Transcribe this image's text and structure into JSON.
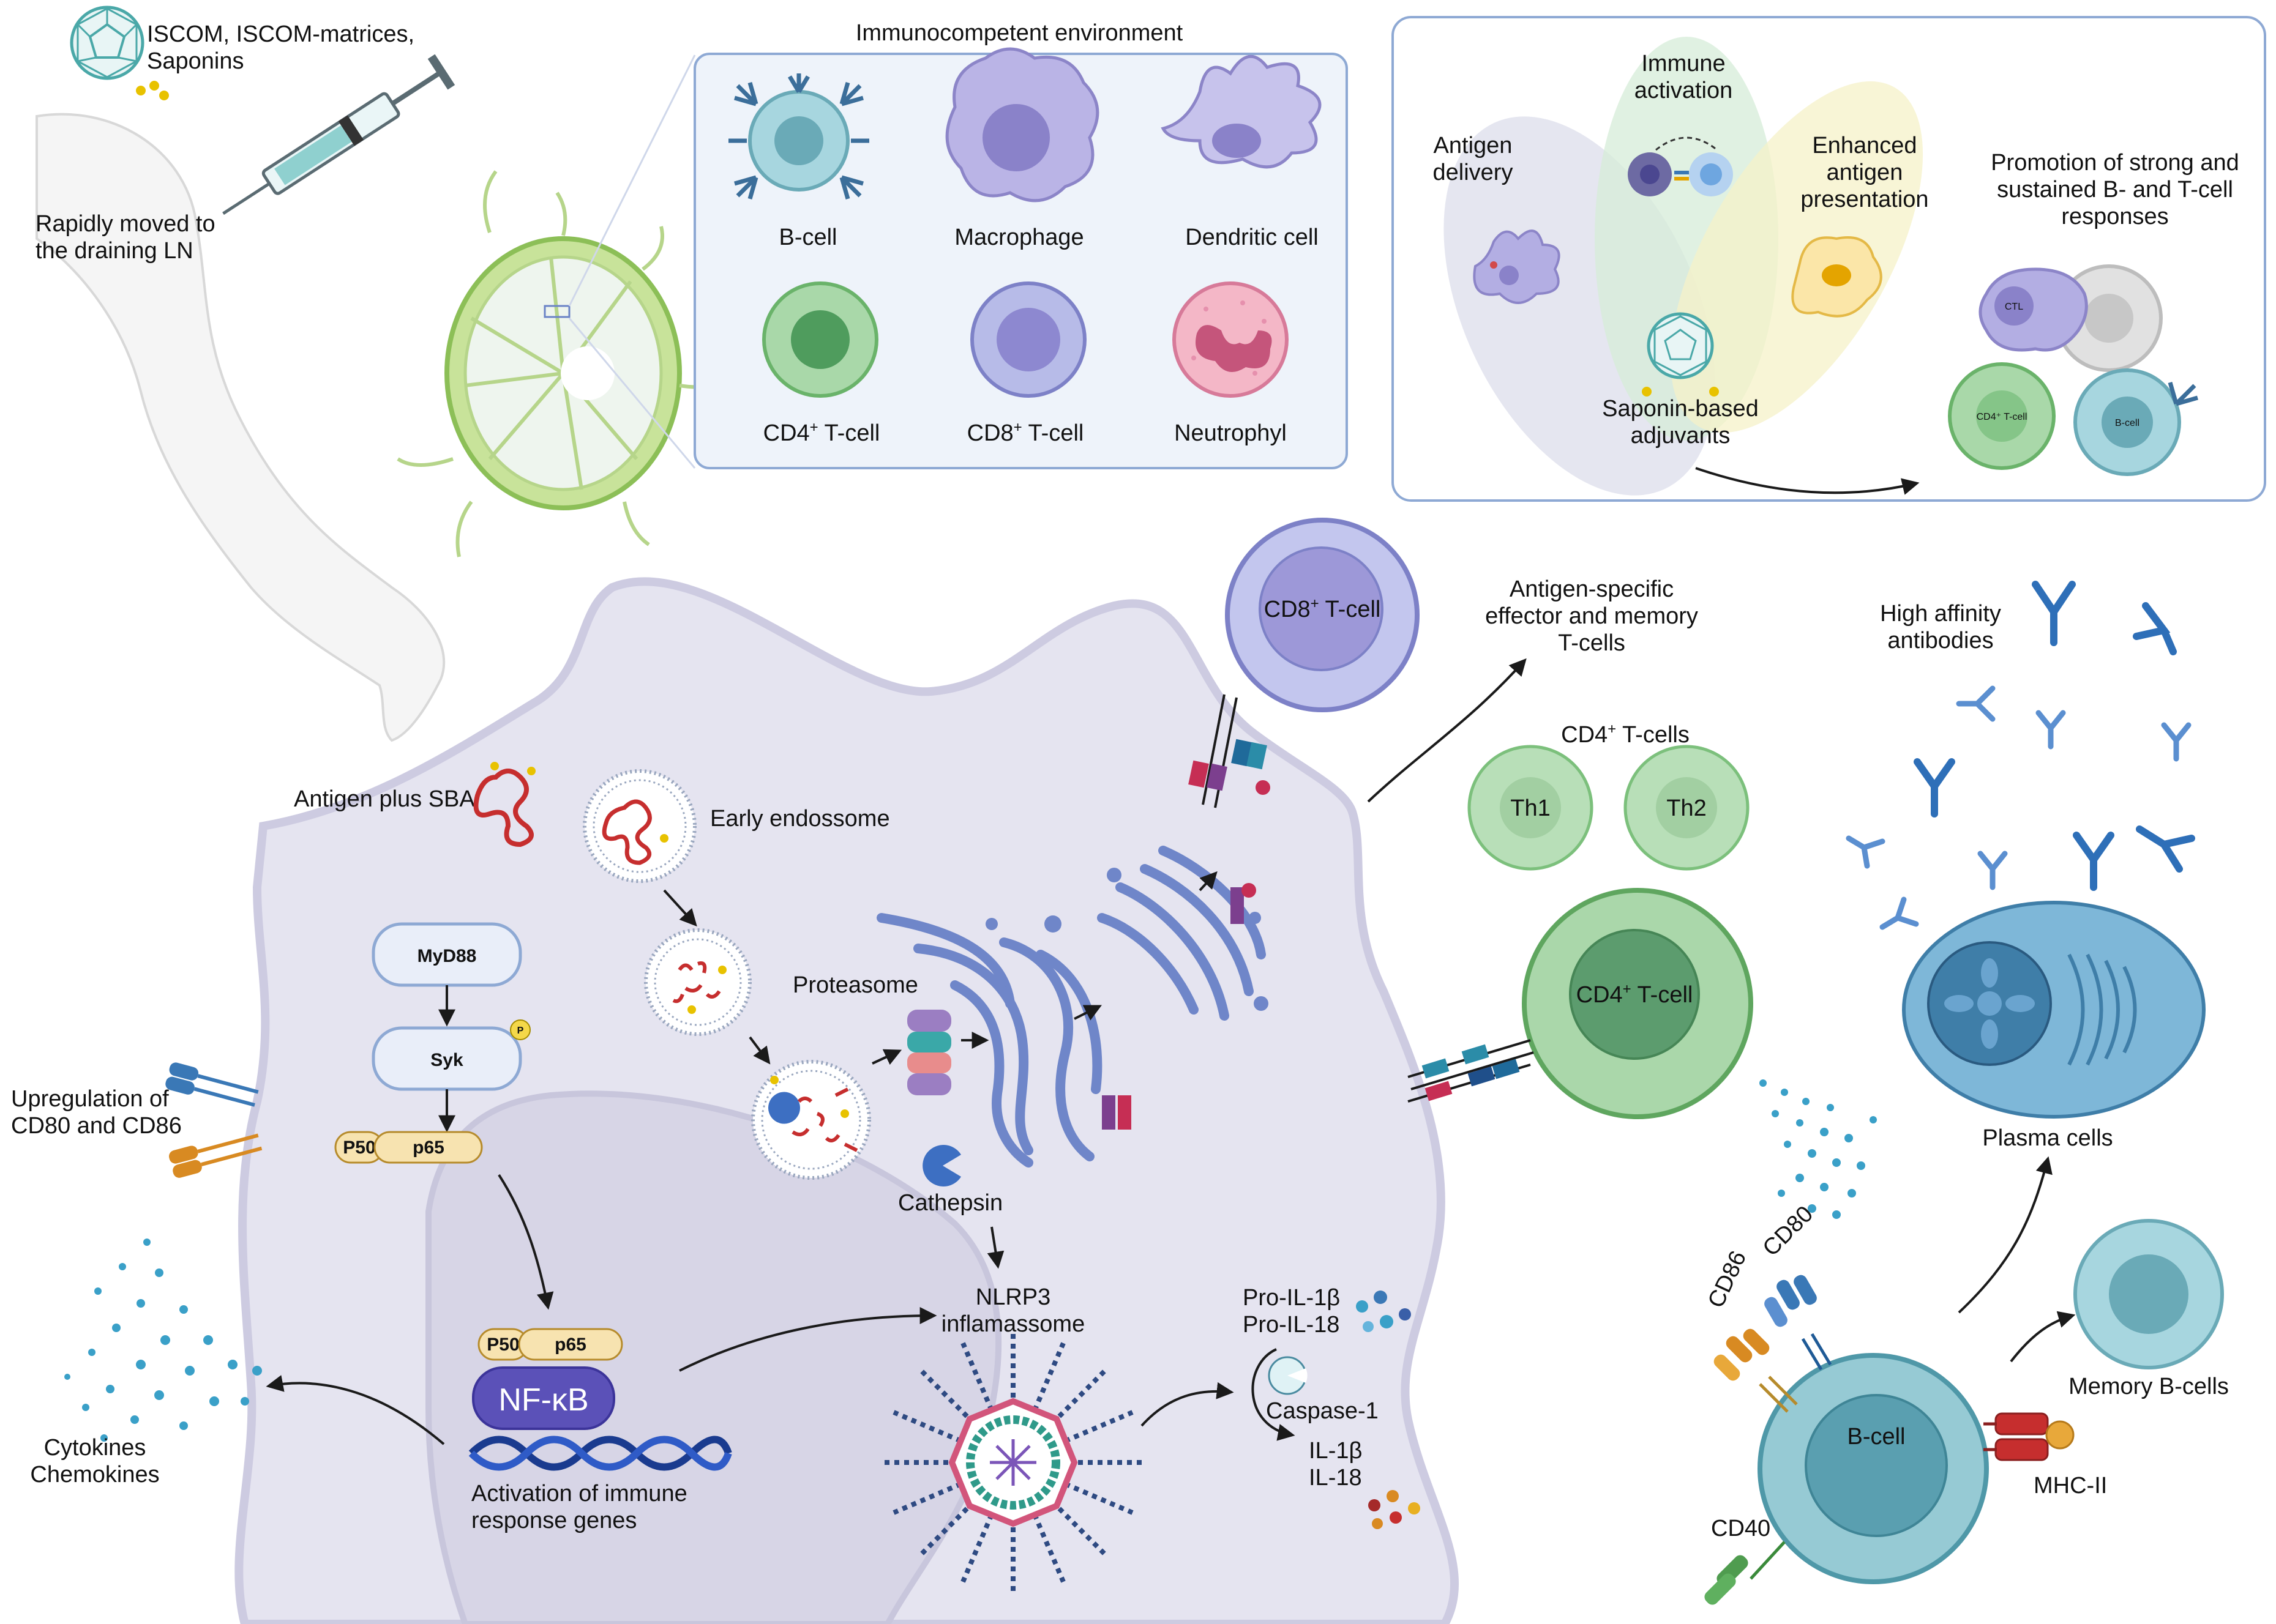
{
  "legend": {
    "iscom_line1": "ISCOM, ISCOM-matrices,",
    "iscom_line2": "Saponins"
  },
  "arm": {
    "moved_line1": "Rapidly moved to",
    "moved_line2": "the draining LN"
  },
  "environment": {
    "title": "Immunocompetent environment",
    "cells": {
      "bcell": "B-cell",
      "macrophage": "Macrophage",
      "dendritic": "Dendritic cell",
      "cd4_main": "CD4",
      "cd4_sup": "+",
      "cd4_rest": " T-cell",
      "cd8_main": "CD8",
      "cd8_sup": "+",
      "cd8_rest": " T-cell",
      "neutrophyl": "Neutrophyl"
    }
  },
  "mechanism": {
    "immune_line1": "Immune",
    "immune_line2": "activation",
    "delivery_line1": "Antigen",
    "delivery_line2": "delivery",
    "presentation_line1": "Enhanced",
    "presentation_line2": "antigen",
    "presentation_line3": "presentation",
    "adjuvant_line1": "Saponin-based",
    "adjuvant_line2": "adjuvants",
    "promotion_line1": "Promotion of strong and",
    "promotion_line2": "sustained B- and T-cell",
    "promotion_line3": "responses",
    "ctl": "CTL",
    "cd4_small": "CD4⁺ T-cell",
    "bcell_small": "B-cell"
  },
  "apc": {
    "antigen_sba": "Antigen plus SBA",
    "early_endosome": "Early endossome",
    "proteasome": "Proteasome",
    "cathepsin": "Cathepsin",
    "myd88": "MyD88",
    "syk": "Syk",
    "phospho": "P",
    "p50": "P50",
    "p65": "p65",
    "nfkb": "NF-κB",
    "upregulation_line1": "Upregulation of",
    "upregulation_line2": "CD80 and CD86",
    "cytokines_line1": "Cytokines",
    "cytokines_line2": "Chemokines",
    "activation_line1": "Activation of immune",
    "activation_line2": "response genes",
    "nlrp3_line1": "NLRP3",
    "nlrp3_line2": "inflamassome",
    "pro_il1b": "Pro-IL-1β",
    "pro_il18": "Pro-IL-18",
    "caspase": "Caspase-1",
    "il1b": "IL-1β",
    "il18": "IL-18"
  },
  "tcells": {
    "cd8_main": "CD8",
    "cd8_sup": "+",
    "cd8_rest": " T-cell",
    "effector_line1": "Antigen-specific",
    "effector_line2": "effector and memory",
    "effector_line3": "T-cells",
    "cd4s_main": "CD4",
    "cd4s_sup": "+",
    "cd4s_rest": " T-cells",
    "th1": "Th1",
    "th2": "Th2",
    "cd4_main": "CD4",
    "cd4_sup": "+",
    "cd4_rest": " T-cell"
  },
  "bcells": {
    "antibodies_line1": "High affinity",
    "antibodies_line2": "antibodies",
    "plasma": "Plasma cells",
    "memory": "Memory B-cells",
    "bcell": "B-cell",
    "cd86": "CD86",
    "cd80": "CD80",
    "cd40": "CD40",
    "mhc": "MHC-II"
  }
}
